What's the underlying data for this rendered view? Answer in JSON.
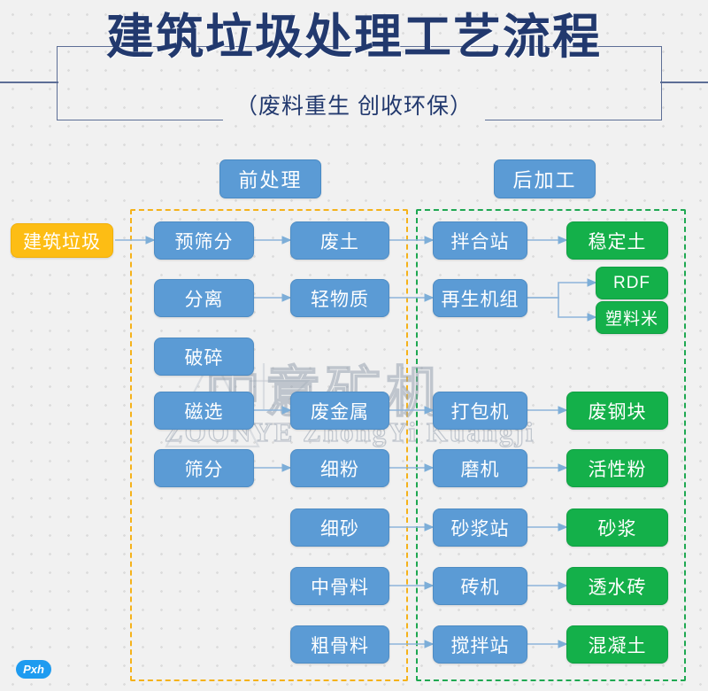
{
  "title": {
    "main": "建筑垃圾处理工艺流程",
    "subtitle": "（废料重生  创收环保）"
  },
  "sections": {
    "pre": "前处理",
    "post": "后加工"
  },
  "input_node": {
    "label": "建筑垃圾",
    "color": "#fdbd14"
  },
  "colors": {
    "blue": "#5b9bd5",
    "green": "#14b04a",
    "yellow": "#fdbd14",
    "arrow": "#8eb4da",
    "pre_frame": "#f5b21a",
    "post_frame": "#1fa852",
    "title_text": "#22396e"
  },
  "columns": {
    "process": [
      {
        "label": "预筛分"
      },
      {
        "label": "分离"
      },
      {
        "label": "破碎"
      },
      {
        "label": "磁选"
      },
      {
        "label": "筛分"
      }
    ],
    "material": [
      {
        "label": "废土"
      },
      {
        "label": "轻物质"
      },
      {
        "label": "废金属"
      },
      {
        "label": "细粉"
      },
      {
        "label": "细砂"
      },
      {
        "label": "中骨料"
      },
      {
        "label": "粗骨料"
      }
    ],
    "equipment": [
      {
        "label": "拌合站"
      },
      {
        "label": "再生机组"
      },
      {
        "label": "打包机"
      },
      {
        "label": "磨机"
      },
      {
        "label": "砂浆站"
      },
      {
        "label": "砖机"
      },
      {
        "label": "搅拌站"
      }
    ],
    "product": [
      {
        "label": "稳定土"
      },
      {
        "label": "RDF"
      },
      {
        "label": "塑料米"
      },
      {
        "label": "废钢块"
      },
      {
        "label": "活性粉"
      },
      {
        "label": "砂浆"
      },
      {
        "label": "透水砖"
      },
      {
        "label": "混凝土"
      }
    ]
  },
  "watermark": {
    "cn": "中意矿机",
    "en": "ZOONYE ZhongYi Kuangji"
  },
  "badge": {
    "label": "Pxh"
  }
}
